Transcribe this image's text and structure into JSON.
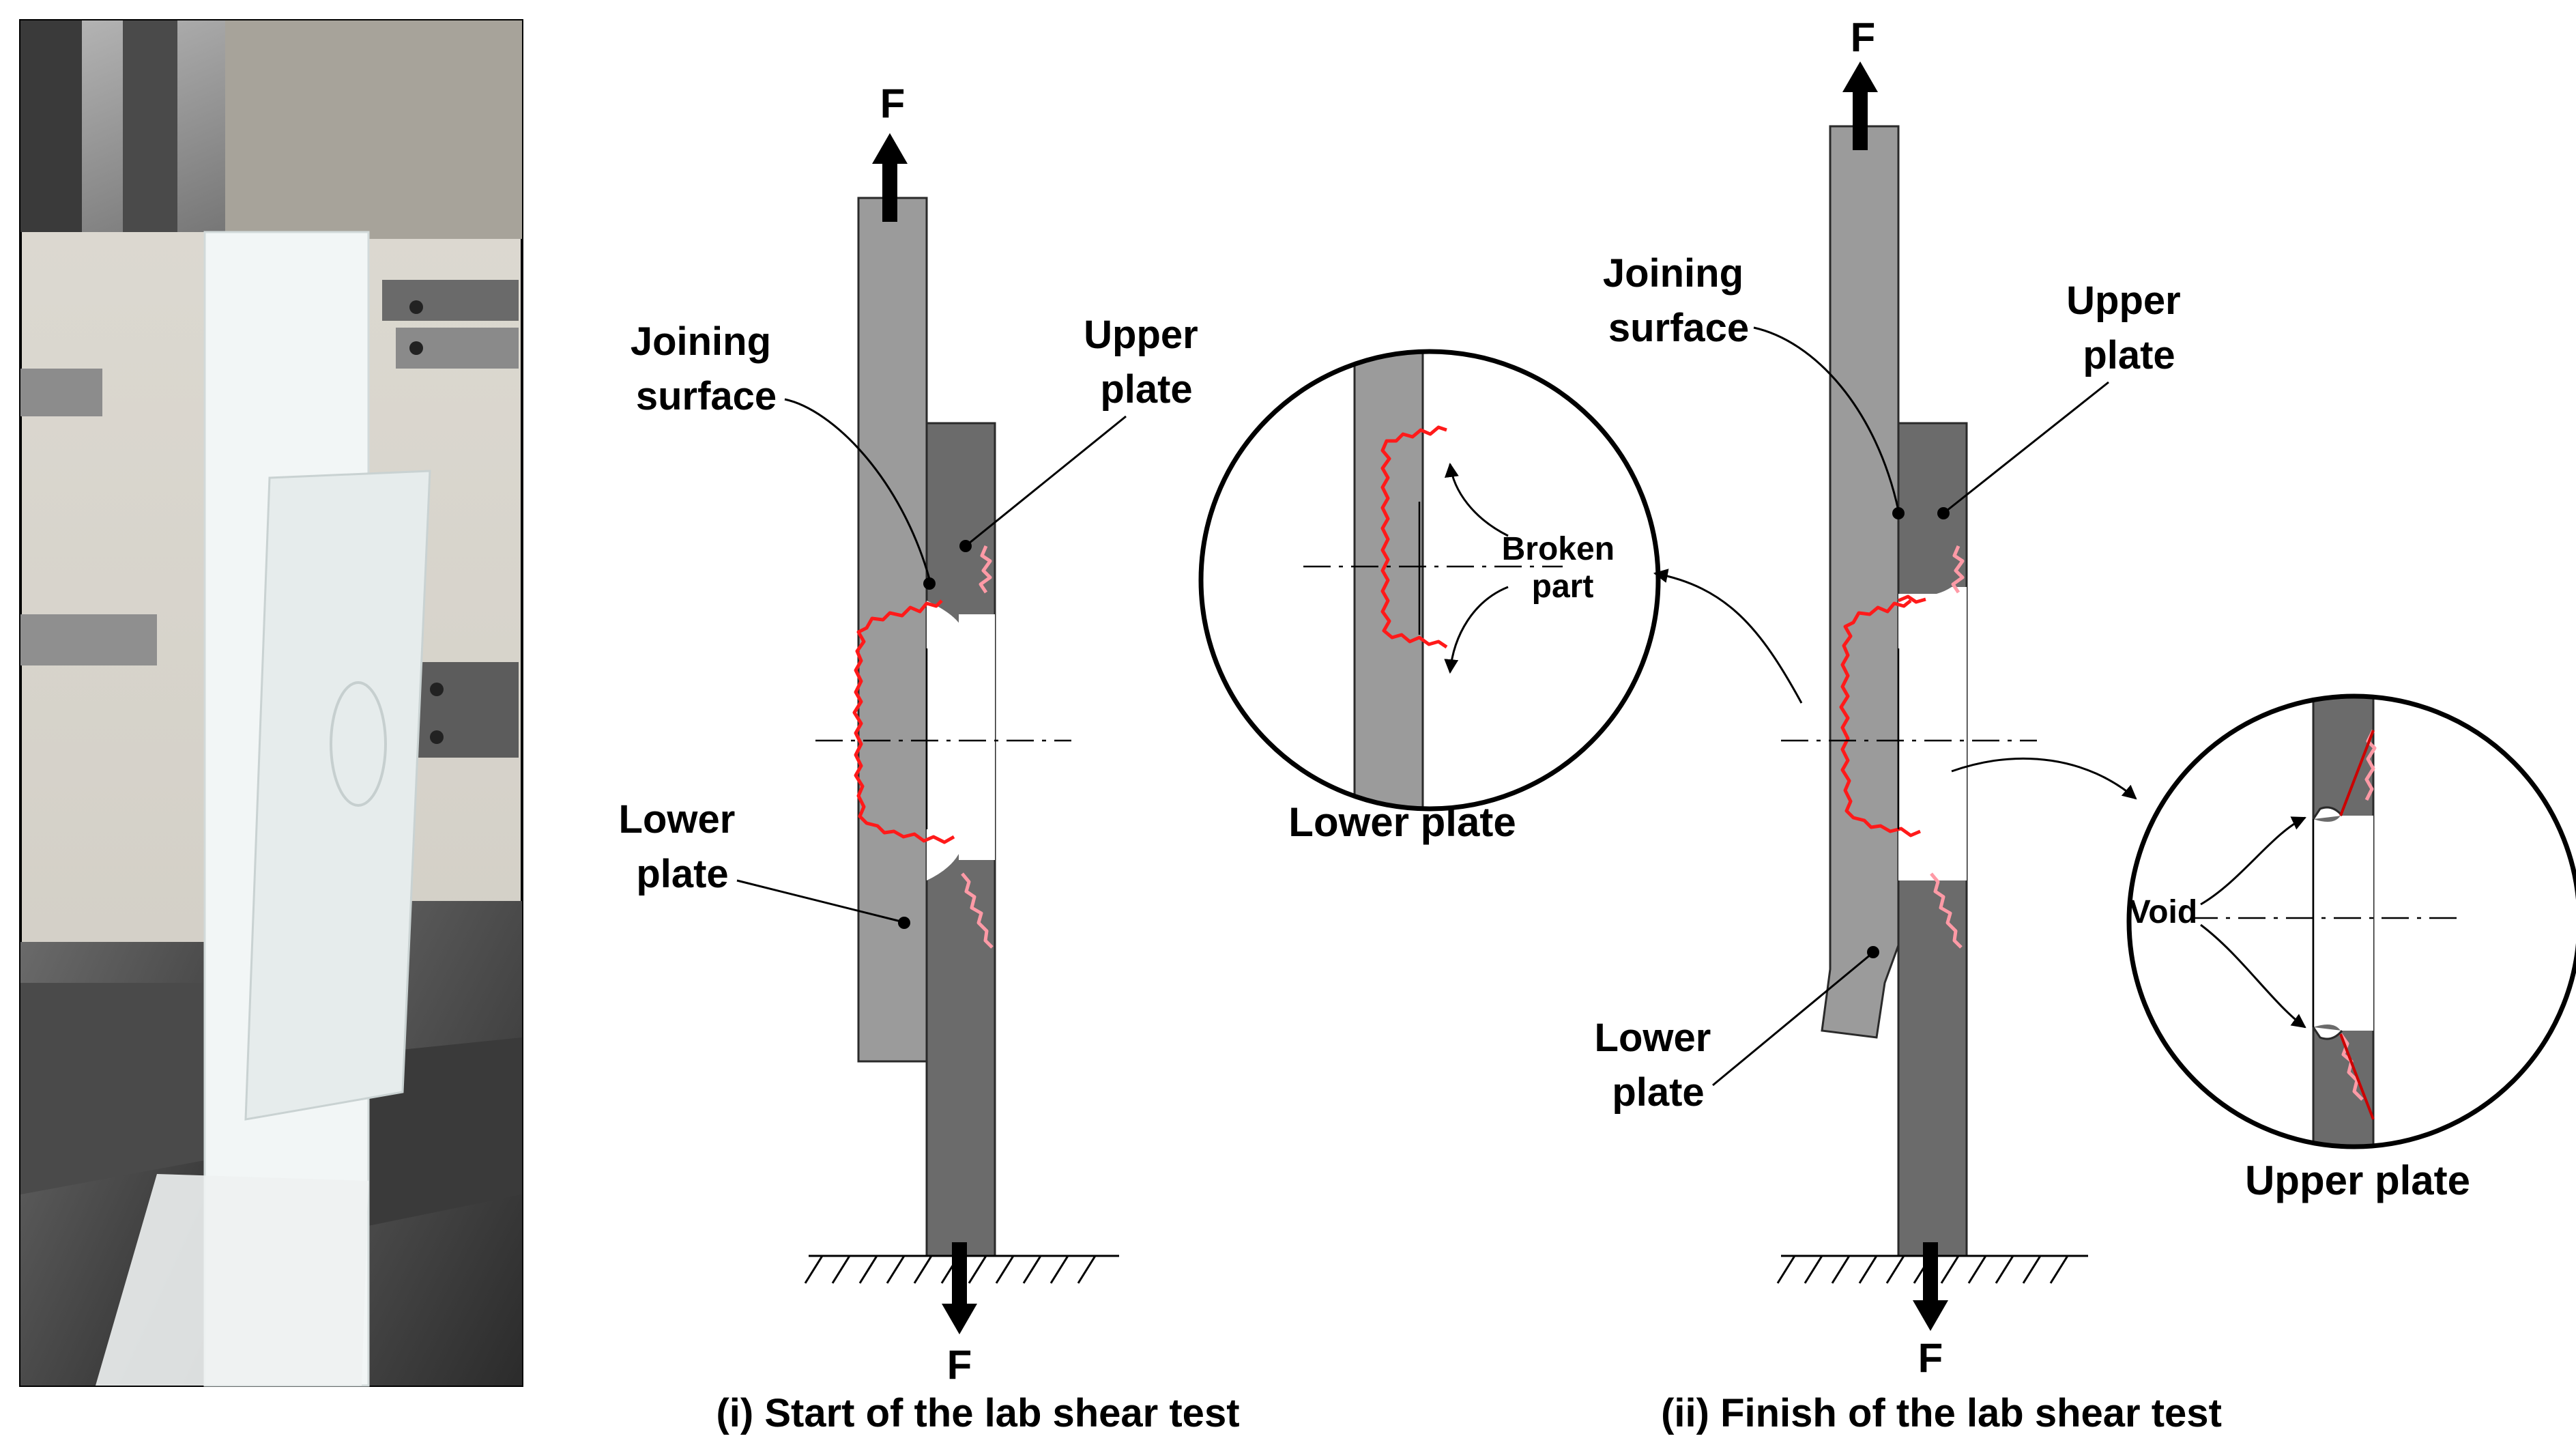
{
  "photo": {
    "subject": "lab shear test specimen clamped in testing machine"
  },
  "colors": {
    "lower_plate": "#9b9b9b",
    "upper_plate": "#6b6b6b",
    "plate_stroke": "#2a2a2a",
    "crack": "#ff1a1a",
    "crack_light": "#ff9aa6",
    "specimen": "#eef2f2"
  },
  "panel_i": {
    "force_top": "F",
    "force_bottom": "F",
    "joining_surface": [
      "Joining",
      "surface"
    ],
    "upper_plate": [
      "Upper",
      "plate"
    ],
    "lower_plate": [
      "Lower",
      "plate"
    ],
    "caption": "(i) Start of the lab shear test"
  },
  "detail_lower": {
    "broken_part": [
      "Broken",
      "part"
    ],
    "caption": "Lower plate"
  },
  "panel_ii": {
    "force_top": "F",
    "force_bottom": "F",
    "joining_surface": [
      "Joining",
      "surface"
    ],
    "upper_plate": [
      "Upper",
      "plate"
    ],
    "lower_plate": [
      "Lower",
      "plate"
    ],
    "caption": "(ii) Finish of the lab shear test"
  },
  "detail_upper": {
    "void": "Void",
    "caption": "Upper plate"
  },
  "icons": {
    "force_arrow": "force-arrow-icon",
    "ground": "ground-hatch-icon"
  }
}
